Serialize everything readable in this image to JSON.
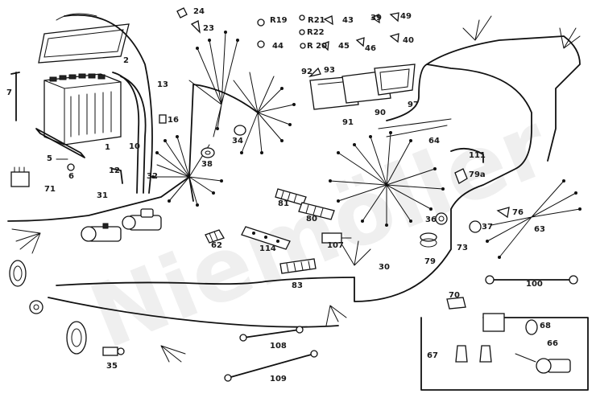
{
  "watermark": "Niemöller",
  "colors": {
    "ink": "#111111",
    "background": "#ffffff"
  },
  "labels": {
    "l1": "1",
    "l2": "2",
    "l5": "5",
    "l6": "6",
    "l7": "7",
    "l10": "10",
    "l12": "12",
    "l13": "13",
    "l16": "16",
    "l23": "23",
    "l24": "24",
    "l30": "30",
    "l31": "31",
    "l32": "32",
    "l34": "34",
    "l35": "35",
    "l36": "36",
    "l37": "37",
    "l38": "38",
    "l39": "39",
    "l40": "40",
    "l43": "43",
    "l44": "44",
    "l45": "45",
    "l46": "46",
    "l49": "49",
    "l62": "62",
    "l63": "63",
    "l64": "64",
    "l66": "66",
    "l67": "67",
    "l68": "68",
    "l70": "70",
    "l71": "71",
    "l73": "73",
    "l76": "76",
    "l79": "79",
    "l79a": "79a",
    "l80": "80",
    "l81": "81",
    "l83": "83",
    "l90": "90",
    "l91": "91",
    "l92": "92",
    "l93": "93",
    "l97": "97",
    "l100": "100",
    "l107": "107",
    "l108": "108",
    "l109": "109",
    "l111": "111",
    "l114": "114",
    "r19": "R19",
    "r20": "R 20",
    "r21": "R21",
    "r22": "R22"
  }
}
